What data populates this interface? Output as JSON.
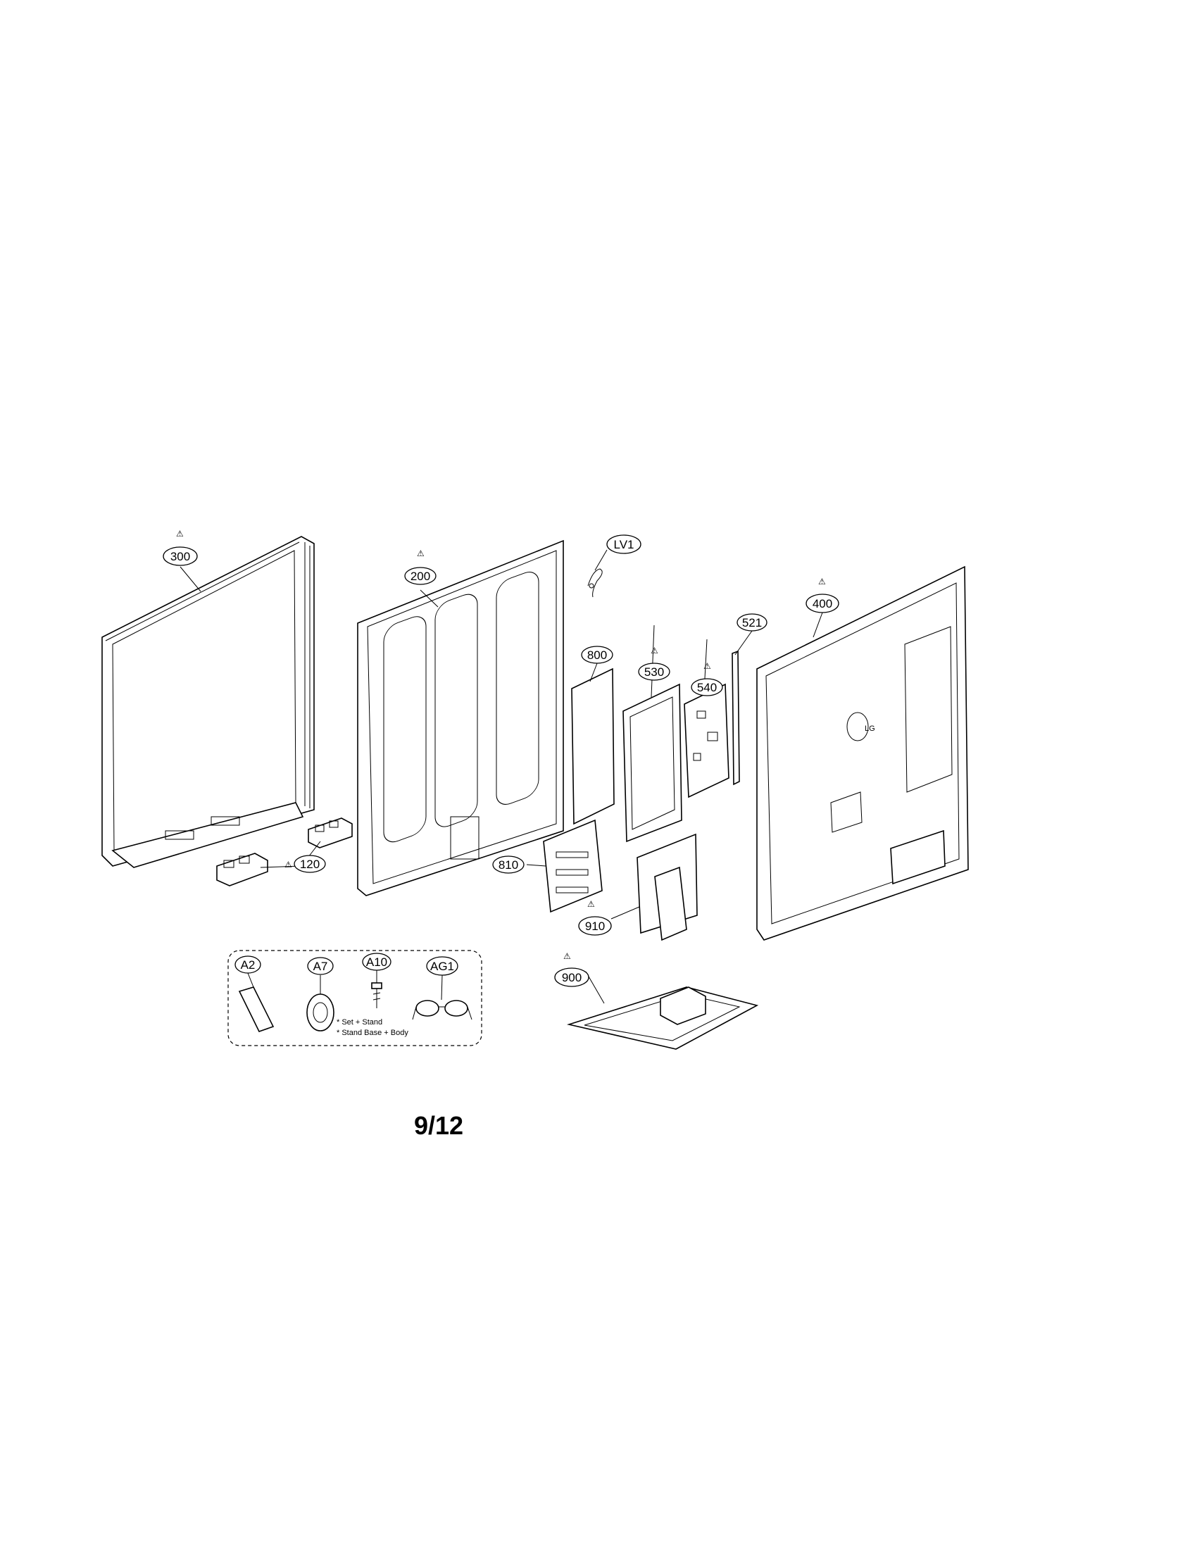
{
  "diagram": {
    "page_number": "9/12",
    "callouts": [
      {
        "id": "300",
        "label": "300",
        "warning": true
      },
      {
        "id": "200",
        "label": "200",
        "warning": true
      },
      {
        "id": "LV1",
        "label": "LV1",
        "warning": false
      },
      {
        "id": "800",
        "label": "800",
        "warning": false
      },
      {
        "id": "530",
        "label": "530",
        "warning": true
      },
      {
        "id": "540",
        "label": "540",
        "warning": true
      },
      {
        "id": "521",
        "label": "521",
        "warning": false
      },
      {
        "id": "400",
        "label": "400",
        "warning": true
      },
      {
        "id": "120",
        "label": "120",
        "warning": true
      },
      {
        "id": "810",
        "label": "810",
        "warning": false
      },
      {
        "id": "910",
        "label": "910",
        "warning": true
      },
      {
        "id": "900",
        "label": "900",
        "warning": true
      },
      {
        "id": "A2",
        "label": "A2",
        "warning": false
      },
      {
        "id": "A7",
        "label": "A7",
        "warning": false
      },
      {
        "id": "A10",
        "label": "A10",
        "warning": false
      },
      {
        "id": "AG1",
        "label": "AG1",
        "warning": false
      }
    ],
    "warning_symbol": "⚠",
    "accessory_notes": [
      "* Set + Stand",
      "* Stand Base + Body"
    ],
    "logo_text": "LG"
  }
}
